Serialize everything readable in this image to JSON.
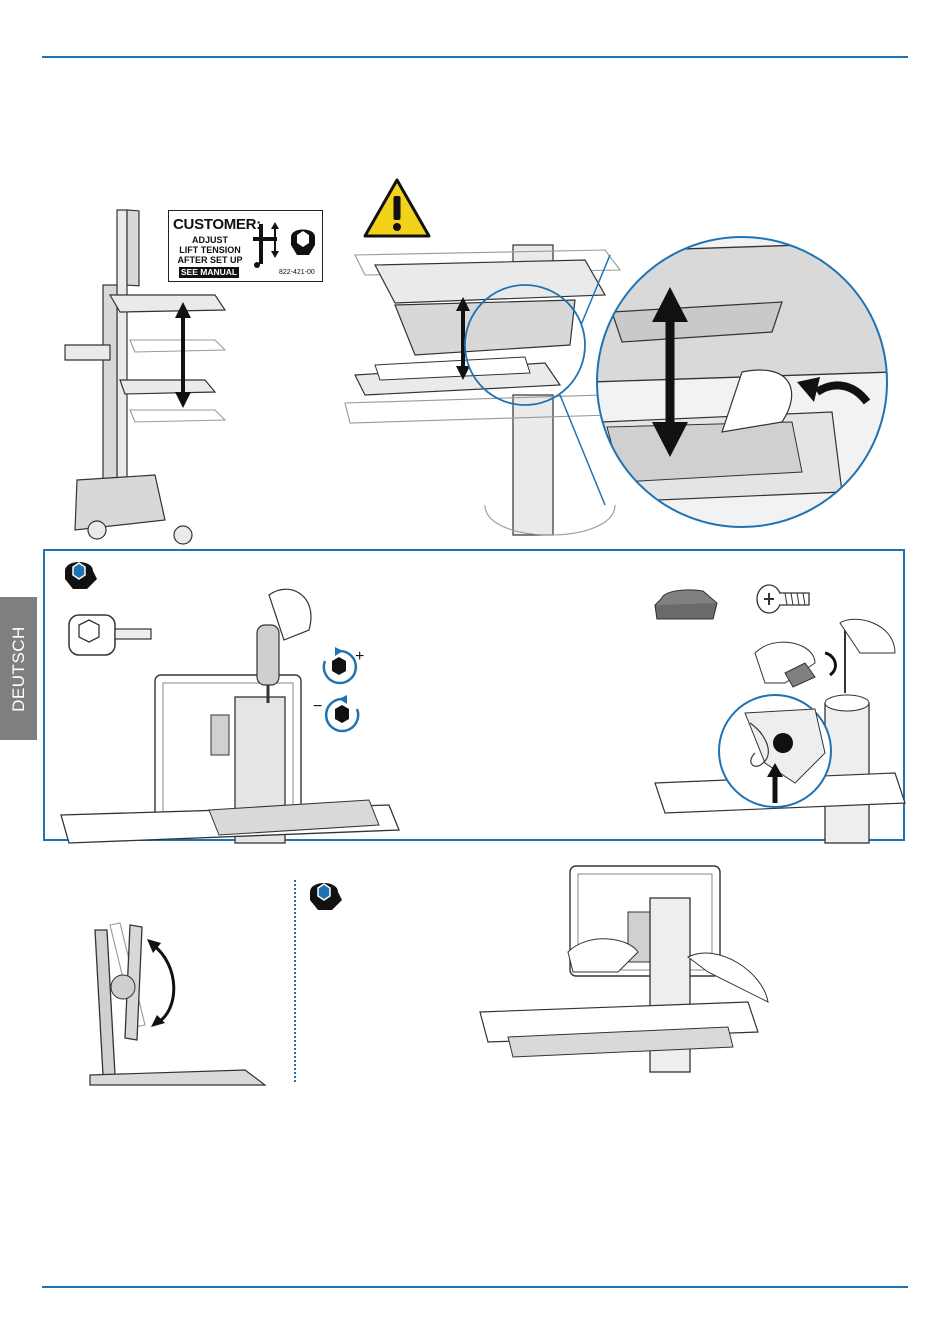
{
  "label": {
    "title": "CUSTOMER:",
    "line1": "ADJUST",
    "line2": "LIFT TENSION",
    "line3": "AFTER SET UP",
    "manual": "SEE MANUAL",
    "code": "822-421-00"
  },
  "side_tab": {
    "text": "DEUTSCH"
  },
  "colors": {
    "accent": "#1f73b3",
    "warning": "#f2d21b",
    "tab": "#7f7f7f"
  },
  "icons": [
    "warning-icon",
    "hex-wrench-icon",
    "tighten-plus-icon",
    "loosen-minus-icon",
    "hex-socket-bit-icon",
    "screw-icon"
  ],
  "tension": {
    "increase": "+",
    "decrease": "−"
  }
}
